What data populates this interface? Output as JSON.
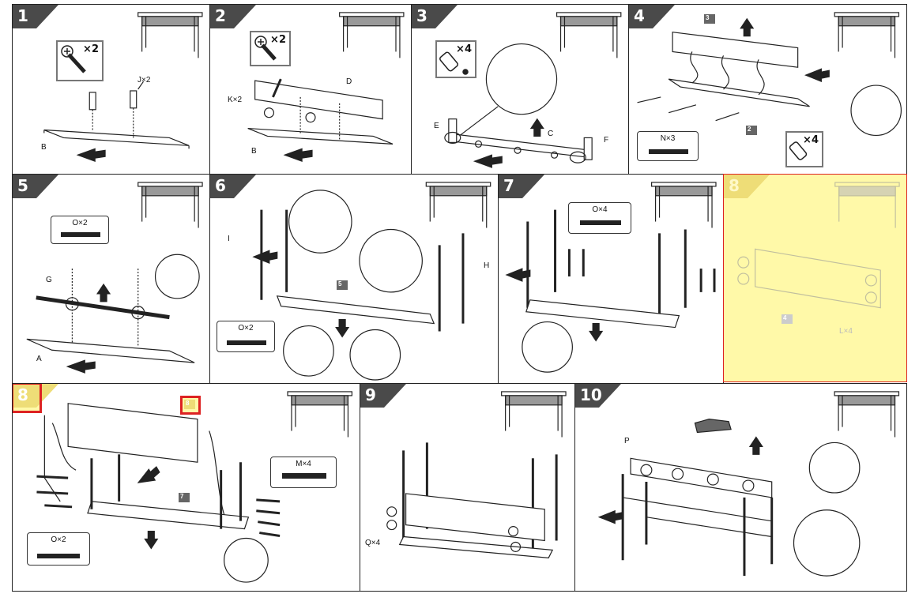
{
  "colors": {
    "highlight": "#fff9a8",
    "highlight_border": "#dd2222",
    "step_badge": "#4a4a4a",
    "ink": "#222222"
  },
  "steps": [
    {
      "num": "1",
      "labels": {
        "part_a": "B",
        "part_b": "J×2"
      },
      "tool_count": "×2"
    },
    {
      "num": "2",
      "labels": {
        "part_a": "K×2",
        "part_b": "D",
        "part_c": "B"
      },
      "tool_count": "×2"
    },
    {
      "num": "3",
      "labels": {
        "part_a": "E",
        "part_b": "C",
        "part_c": "F"
      },
      "tool_count": "×4"
    },
    {
      "num": "4",
      "labels": {
        "sub_a": "3",
        "sub_b": "2"
      },
      "callout": "N×3",
      "tool_count": "×4"
    },
    {
      "num": "5",
      "labels": {
        "part_a": "G",
        "part_b": "A"
      },
      "callout": "O×2"
    },
    {
      "num": "6",
      "labels": {
        "part_a": "I",
        "part_b": "H",
        "sub_a": "5"
      },
      "callout": "O×2"
    },
    {
      "num": "7",
      "callout": "O×4"
    },
    {
      "num": "8",
      "labels": {
        "sub_a": "4",
        "part_a": "L×4"
      }
    },
    {
      "num": "8",
      "labels": {
        "sub_a": "7",
        "sub_b": "8"
      },
      "callout_a": "M×4",
      "callout_b": "O×2"
    },
    {
      "num": "9",
      "labels": {
        "part_a": "Q×4"
      }
    },
    {
      "num": "10",
      "labels": {
        "part_a": "P"
      }
    }
  ]
}
